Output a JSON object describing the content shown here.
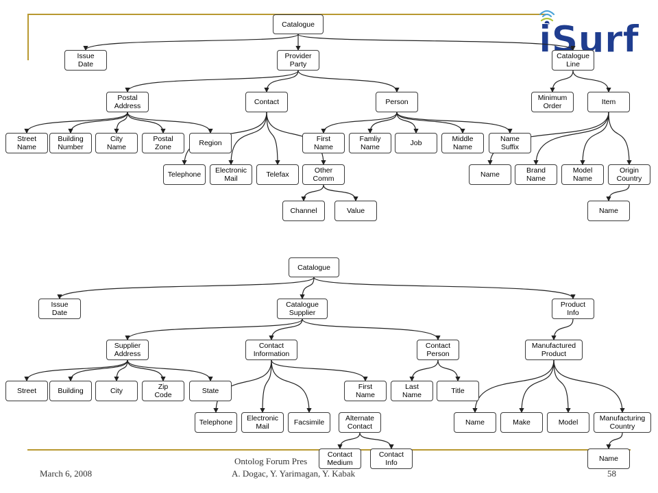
{
  "slide": {
    "footer_date": "March 6, 2008",
    "footer_center_line1": "Ontolog Forum Pres",
    "footer_center_line2": "A. Dogac, Y. Yarimagan, Y. Kabak",
    "page_number": "58",
    "logo_text": "iSurf",
    "accent_color": "#b8982f",
    "logo_color": "#1f3d8f"
  },
  "diagrams": [
    {
      "name": "top-tree",
      "nodes": {
        "t_catalogue": "Catalogue",
        "t_issue_date": "Issue\nDate",
        "t_provider_party": "Provider\nParty",
        "t_catalogue_line": "Catalogue\nLine",
        "t_postal_address": "Postal\nAddress",
        "t_contact": "Contact",
        "t_person": "Person",
        "t_minimum_order": "Minimum\nOrder",
        "t_item": "Item",
        "t_street_name": "Street\nName",
        "t_building_number": "Building\nNumber",
        "t_city_name": "City\nName",
        "t_postal_zone": "Postal\nZone",
        "t_region": "Region",
        "t_first_name": "First\nName",
        "t_family_name": "Famliy\nName",
        "t_job": "Job",
        "t_middle_name": "Middle\nName",
        "t_name_suffix": "Name\nSuffix",
        "t_telephone": "Telephone",
        "t_electronic_mail": "Electronic\nMail",
        "t_telefax": "Telefax",
        "t_other_comm": "Other\nComm",
        "t_item_name": "Name",
        "t_brand_name": "Brand\nName",
        "t_model_name": "Model\nName",
        "t_origin_country": "Origin\nCountry",
        "t_channel": "Channel",
        "t_value": "Value",
        "t_country_name": "Name"
      }
    },
    {
      "name": "bottom-tree",
      "nodes": {
        "b_catalogue": "Catalogue",
        "b_issue_date": "Issue\nDate",
        "b_catalogue_supplier": "Catalogue\nSupplier",
        "b_product_info": "Product\nInfo",
        "b_supplier_address": "Supplier\nAddress",
        "b_contact_information": "Contact\nInformation",
        "b_contact_person": "Contact\nPerson",
        "b_manufactured_product": "Manufactured\nProduct",
        "b_street": "Street",
        "b_building": "Building",
        "b_city": "City",
        "b_zip_code": "Zip\nCode",
        "b_state": "State",
        "b_first_name": "First\nName",
        "b_last_name": "Last\nName",
        "b_title": "Title",
        "b_telephone": "Telephone",
        "b_electronic_mail": "Electronic\nMail",
        "b_facsimile": "Facsimile",
        "b_alternate_contact": "Alternate\nContact",
        "b_name": "Name",
        "b_make": "Make",
        "b_model": "Model",
        "b_manufacturing_country": "Manufacturing\nCountry",
        "b_contact_medium": "Contact\nMedium",
        "b_contact_info": "Contact\nInfo",
        "b_country_name": "Name"
      }
    }
  ]
}
